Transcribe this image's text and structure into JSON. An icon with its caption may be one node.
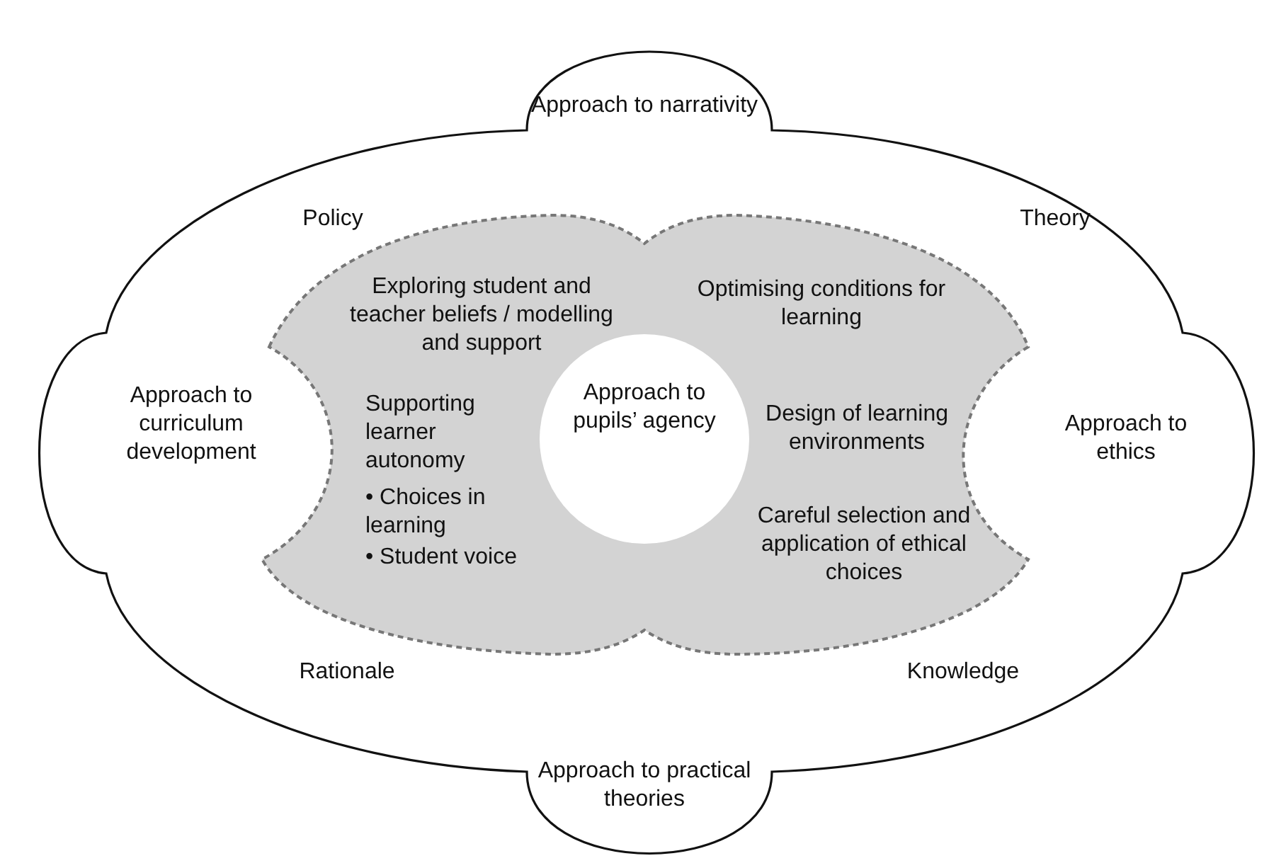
{
  "diagram": {
    "nodes": [
      {
        "text": [
          "Approach to narrativity",
          "Policy",
          "Theory",
          "Approach to curriculum development",
          "Approach to ethics",
          "Rationale",
          "Knowledge",
          "Approach to practical theories"
        ]
      },
      {
        "text": [
          "Exploring student and teacher beliefs / modelling and support",
          "Optimising conditions for learning",
          "Supporting learner autonomy",
          "• Choices in learning",
          "• Student voice",
          "Design of learning environments",
          "Careful selection and application of ethical choices"
        ],
        "in": 0
      },
      {
        "text": [
          "Approach to pupils’ agency"
        ],
        "in": 1
      }
    ],
    "edges": []
  }
}
